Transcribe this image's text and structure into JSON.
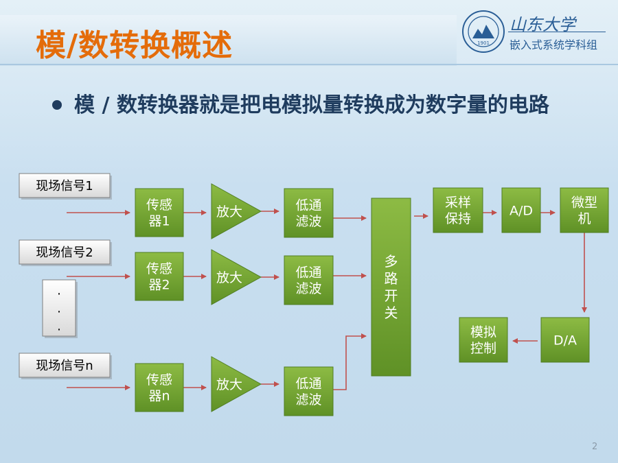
{
  "title": "模/数转换概述",
  "logo": {
    "name": "山东大学",
    "subtitle": "嵌入式系统学科组",
    "seal_text": "1901"
  },
  "bullet": "模 / 数转换器就是把电模拟量转换成为数字量的电路",
  "diagram": {
    "signals": [
      "现场信号1",
      "现场信号2",
      "现场信号n"
    ],
    "dots": [
      ".",
      ".",
      "."
    ],
    "sensors": [
      [
        "传感",
        "器1"
      ],
      [
        "传感",
        "器2"
      ],
      [
        "传感",
        "器n"
      ]
    ],
    "amp_label": "放大",
    "filter_label": [
      "低通",
      "滤波"
    ],
    "mux_label": [
      "多",
      "路",
      "开",
      "关"
    ],
    "sample_hold": [
      "采样",
      "保持"
    ],
    "adc": "A/D",
    "mcu": [
      "微型",
      "机"
    ],
    "dac": "D/A",
    "analog_control": [
      "模拟",
      "控制"
    ],
    "colors": {
      "box": "#70a030",
      "box_edge": "#4f7d22",
      "arrow": "#c0504d"
    }
  },
  "slide_number": "2"
}
